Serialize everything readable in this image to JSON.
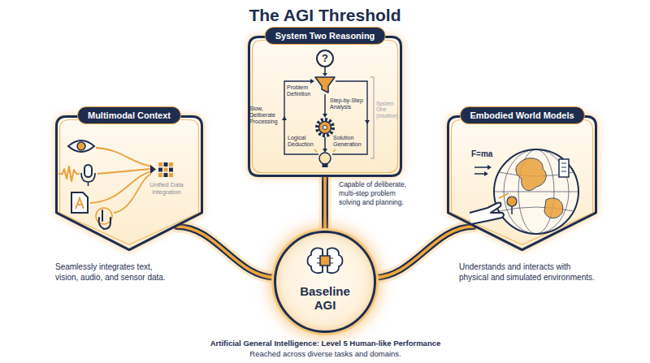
{
  "diagram": {
    "title": "The AGI Threshold",
    "caption": "Artificial General Intelligence: Level 5 Human-like Performance Reached across diverse tasks and domains.",
    "nodes": [
      {
        "text": [
          "Multimodal Context",
          "Seamlessly integrates text, vision, audio, and sensor data."
        ]
      },
      {
        "text": [
          "System Two Reasoning",
          "Capable of deliberate, multi-step problem solving and planning."
        ]
      },
      {
        "text": [
          "Embodied World Models",
          "Understands and interacts with physical and simulated environments."
        ]
      },
      {
        "text": [
          "Baseline AGI"
        ]
      }
    ],
    "edges": [
      {
        "from": 0,
        "to": 3,
        "arrow": "none"
      },
      {
        "from": 1,
        "to": 3,
        "arrow": "none"
      },
      {
        "from": 2,
        "to": 3,
        "arrow": "none"
      }
    ],
    "labels": [
      "?",
      "Problem Definition",
      "Step-by-Step Analysis",
      "Slow, Deliberate Processing",
      "Logical Deduction",
      "Solution Generation",
      "System One (Intuitive)",
      "Unified Data Integration",
      "F=ma"
    ]
  }
}
